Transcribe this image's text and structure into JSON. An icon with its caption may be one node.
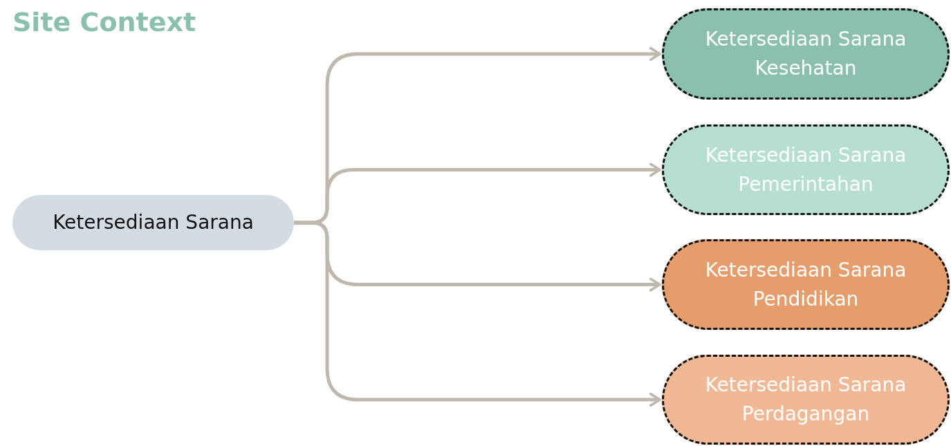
{
  "diagram": {
    "title": "Site Context",
    "nodes": [
      {
        "text": [
          "Ketersediaan Sarana"
        ]
      },
      {
        "text": [
          "Ketersediaan Sarana Kesehatan"
        ]
      },
      {
        "text": [
          "Ketersediaan Sarana Pemerintahan"
        ]
      },
      {
        "text": [
          "Ketersediaan Sarana Pendidikan"
        ]
      },
      {
        "text": [
          "Ketersediaan Sarana Perdagangan"
        ]
      }
    ],
    "edges": [
      {
        "from": 0,
        "to": 1,
        "arrow": "to"
      },
      {
        "from": 0,
        "to": 2,
        "arrow": "to"
      },
      {
        "from": 0,
        "to": 3,
        "arrow": "to"
      },
      {
        "from": 0,
        "to": 4,
        "arrow": "to"
      }
    ]
  }
}
